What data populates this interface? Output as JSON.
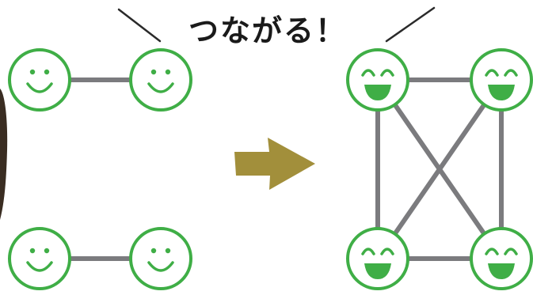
{
  "caption": "つながる！",
  "colors": {
    "face_outline": "#3fae46",
    "connection_line": "#7b7b7e",
    "arrow": "#a28f3b",
    "caption_text": "#1a1a1a"
  },
  "before": {
    "faces": [
      "smile",
      "smile",
      "smile",
      "smile"
    ],
    "connections": [
      [
        0,
        1
      ],
      [
        2,
        3
      ]
    ]
  },
  "after": {
    "faces": [
      "laugh",
      "laugh",
      "laugh",
      "laugh"
    ],
    "connections": [
      [
        0,
        1
      ],
      [
        0,
        2
      ],
      [
        0,
        3
      ],
      [
        1,
        2
      ],
      [
        1,
        3
      ],
      [
        2,
        3
      ]
    ]
  },
  "arrow_direction": "right"
}
